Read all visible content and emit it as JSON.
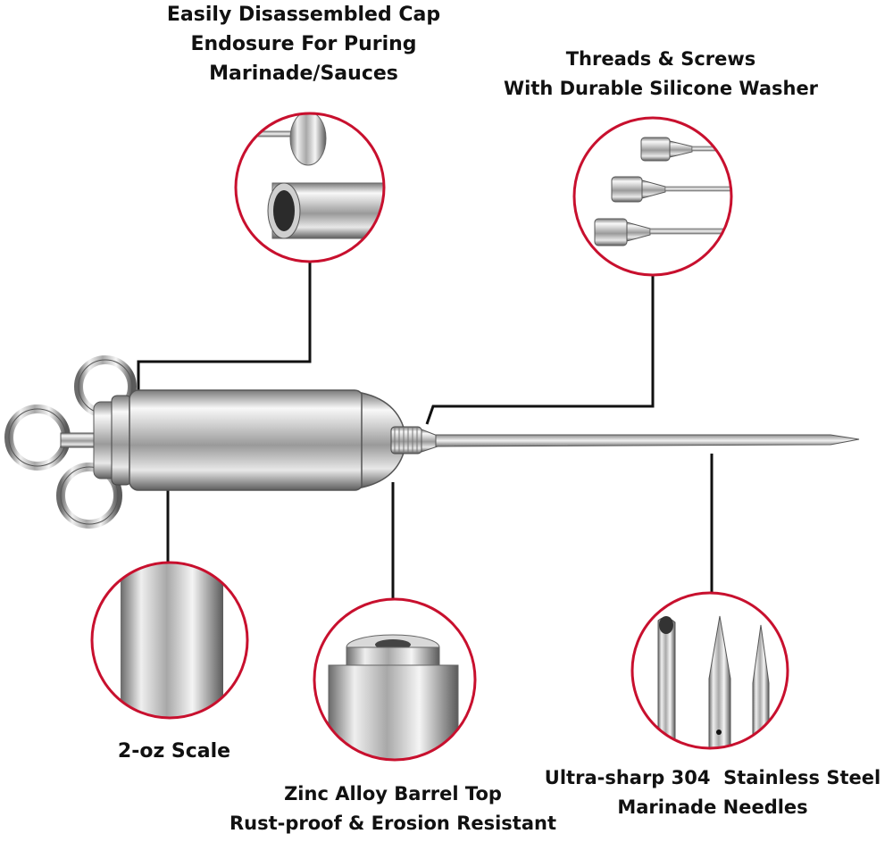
{
  "captions": {
    "cap_enclosure": [
      "Easily Disassembled Cap",
      "Endosure For Puring",
      "Marinade/Sauces"
    ],
    "threads": [
      "Threads & Screws",
      "With Durable Silicone Washer"
    ],
    "scale": [
      "2-oz Scale"
    ],
    "barrel_top": [
      "Zinc Alloy Barrel Top",
      "Rust-proof & Erosion Resistant"
    ],
    "needles": [
      "Ultra-sharp 304  Stainless Steel",
      "Marinade Needles"
    ]
  },
  "colors": {
    "circle_outline": "#c8102e",
    "leader_line": "#111111",
    "steel_light": "#f4f4f4",
    "steel_dark": "#6e6e6e"
  },
  "icons": [
    "syringe-illustration",
    "cap-detail-image",
    "needle-thread-detail-image",
    "scale-detail-image",
    "barrel-top-detail-image",
    "needle-tip-detail-image"
  ]
}
